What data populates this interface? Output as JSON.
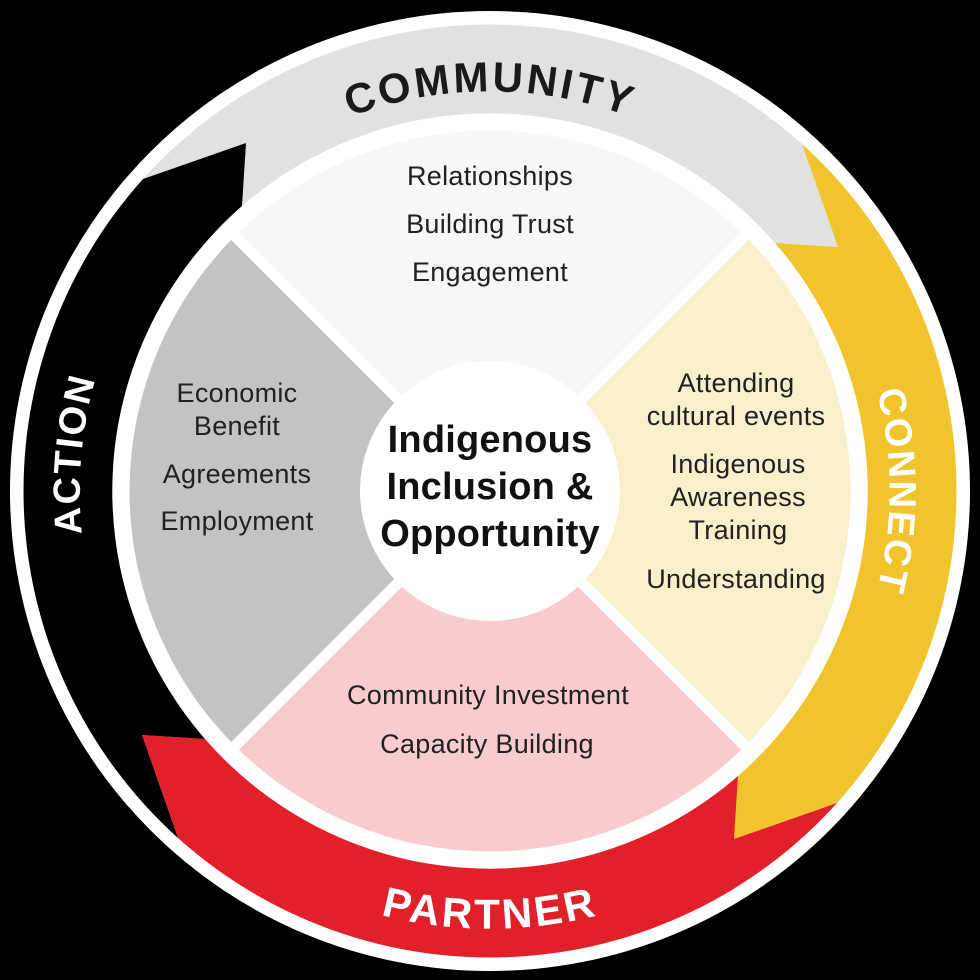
{
  "center": {
    "line1": "Indigenous",
    "line2": "Inclusion &",
    "line3": "Opportunity"
  },
  "arcs": {
    "top": {
      "label": "COMMUNITY",
      "color": "#e1e1e1",
      "label_color": "#1a1a1a"
    },
    "right": {
      "label": "CONNECT",
      "color": "#f1c32d",
      "label_color": "#ffffff"
    },
    "bottom": {
      "label": "PARTNER",
      "color": "#e2202a",
      "label_color": "#ffffff"
    },
    "left": {
      "label": "ACTION",
      "color": "#000000",
      "label_color": "#ffffff"
    }
  },
  "quadrants": {
    "top": {
      "color": "#f7f7f6",
      "lines": [
        "Relationships",
        "Building Trust",
        "Engagement"
      ]
    },
    "right": {
      "color": "#f9efca",
      "lines": [
        "Attending",
        "cultural events",
        "Indigenous",
        "Awareness",
        "Training",
        "Understanding"
      ]
    },
    "bottom": {
      "color": "#f8cccf",
      "lines": [
        "Community Investment",
        "Capacity  Building"
      ]
    },
    "left": {
      "color": "#c3c3c3",
      "lines": [
        "Economic",
        "Benefit",
        "Agreements",
        "Employment"
      ]
    }
  },
  "colors": {
    "background": "#000000",
    "rim": "#ffffff",
    "text_dark": "#212121"
  }
}
